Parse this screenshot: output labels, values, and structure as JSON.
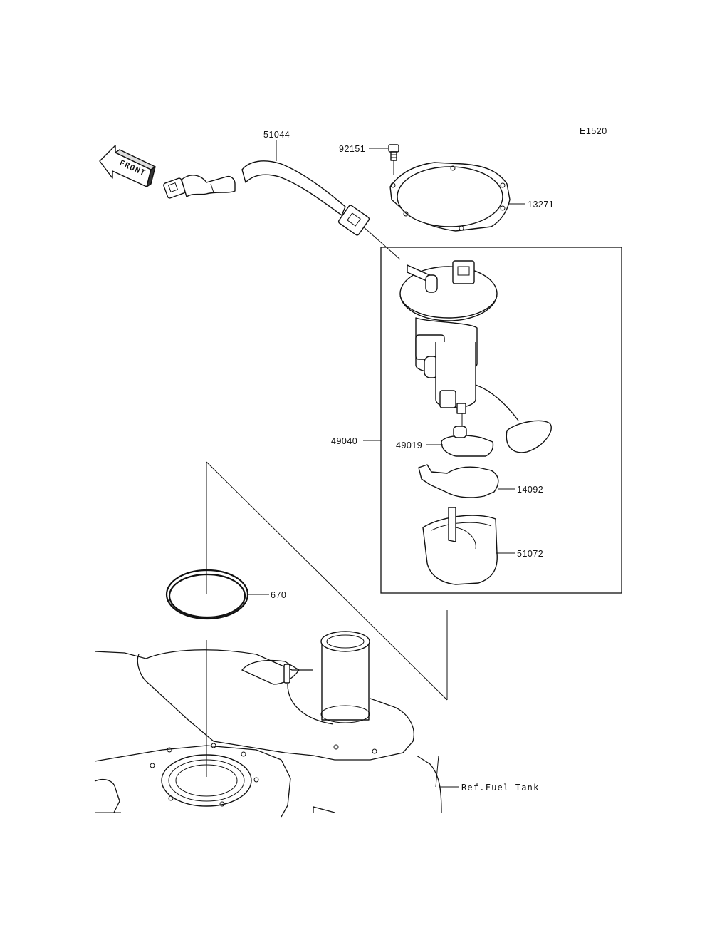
{
  "diagram_code": "E1520",
  "front_marker": "FRONT",
  "callouts": {
    "hose": "51044",
    "bolt": "92151",
    "gasket_plate": "13271",
    "pump_assembly": "49040",
    "filter": "49019",
    "holder": "14092",
    "cover": "51072",
    "o_ring": "670",
    "tank_ref": "Ref.Fuel Tank"
  }
}
